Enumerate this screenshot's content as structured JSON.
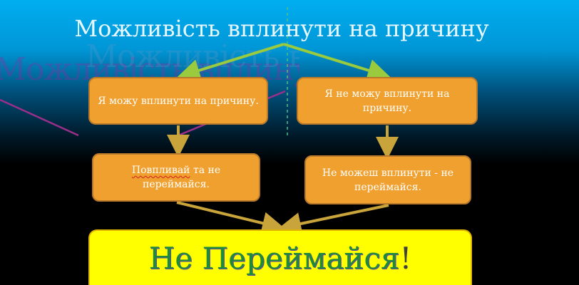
{
  "title": "Можливість вплинути на причину",
  "ghost_text": "Можливість вплинути на причину",
  "boxes": {
    "can_influence": "Я можу вплинути на причину.",
    "cannot_influence": "Я не можу вплинути на причину.",
    "influence_action_word": "Повпливай",
    "influence_action_rest": " та не переймайся.",
    "cannot_action": "Не можеш вплинути - не переймайся."
  },
  "result": {
    "text": "Не Переймайся",
    "mark": "!"
  },
  "colors": {
    "box_fill": "#f0a02e",
    "result_fill": "#ffff00",
    "result_text": "#1e8a3a",
    "arrow": "#c9a43a",
    "top_arrow": "#8fd44a"
  }
}
